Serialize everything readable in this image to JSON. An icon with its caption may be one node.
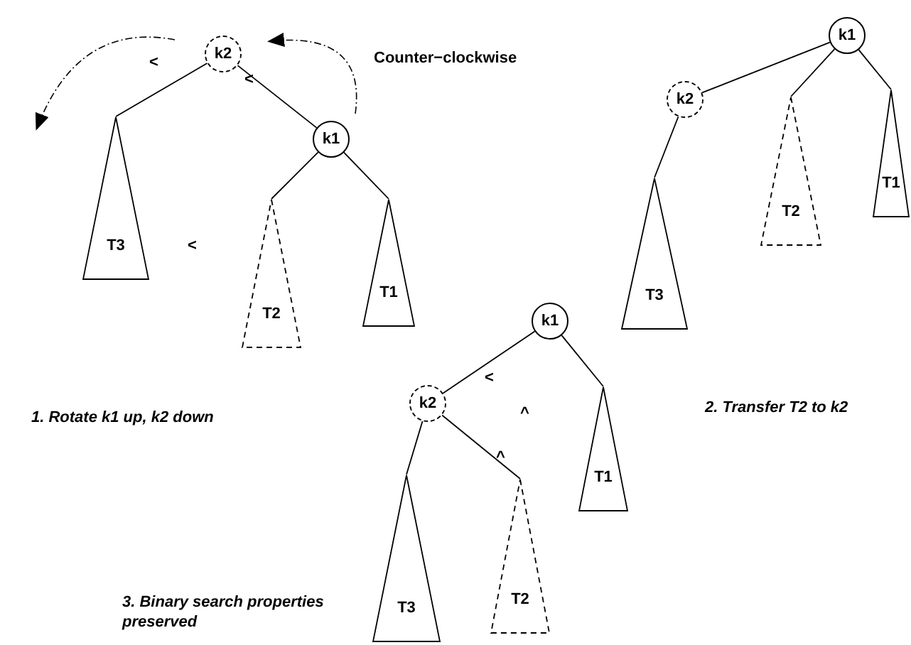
{
  "diagram": {
    "nodes": [
      {
        "text": [
          "k2"
        ]
      },
      {
        "text": [
          "k1"
        ]
      },
      {
        "text": [
          "T3"
        ]
      },
      {
        "text": [
          "T2"
        ]
      },
      {
        "text": [
          "T1"
        ]
      },
      {
        "text": [
          "k1"
        ]
      },
      {
        "text": [
          "k2"
        ]
      },
      {
        "text": [
          "T3"
        ]
      },
      {
        "text": [
          "T2"
        ]
      },
      {
        "text": [
          "T1"
        ]
      },
      {
        "text": [
          "k1"
        ]
      },
      {
        "text": [
          "k2"
        ]
      },
      {
        "text": [
          "T1"
        ]
      },
      {
        "text": [
          "T3"
        ]
      },
      {
        "text": [
          "T2"
        ]
      }
    ],
    "edges": [
      {
        "from": 0,
        "to": 2,
        "arrow": "none"
      },
      {
        "from": 0,
        "to": 1,
        "arrow": "none"
      },
      {
        "from": 1,
        "to": 3,
        "arrow": "none"
      },
      {
        "from": 1,
        "to": 4,
        "arrow": "none"
      },
      {
        "from": 5,
        "to": 6,
        "arrow": "none"
      },
      {
        "from": 5,
        "to": 8,
        "arrow": "none"
      },
      {
        "from": 5,
        "to": 9,
        "arrow": "none"
      },
      {
        "from": 6,
        "to": 7,
        "arrow": "none"
      },
      {
        "from": 10,
        "to": 11,
        "arrow": "none"
      },
      {
        "from": 10,
        "to": 12,
        "arrow": "none"
      },
      {
        "from": 11,
        "to": 13,
        "arrow": "none"
      },
      {
        "from": 11,
        "to": 14,
        "arrow": "none"
      }
    ],
    "labels": [
      "<",
      "<",
      "Counter−clockwise",
      "<",
      "1. Rotate k1 up, k2 down",
      "2. Transfer T2 to k2",
      "<",
      "^",
      "^",
      "3. Binary search properties preserved"
    ]
  }
}
